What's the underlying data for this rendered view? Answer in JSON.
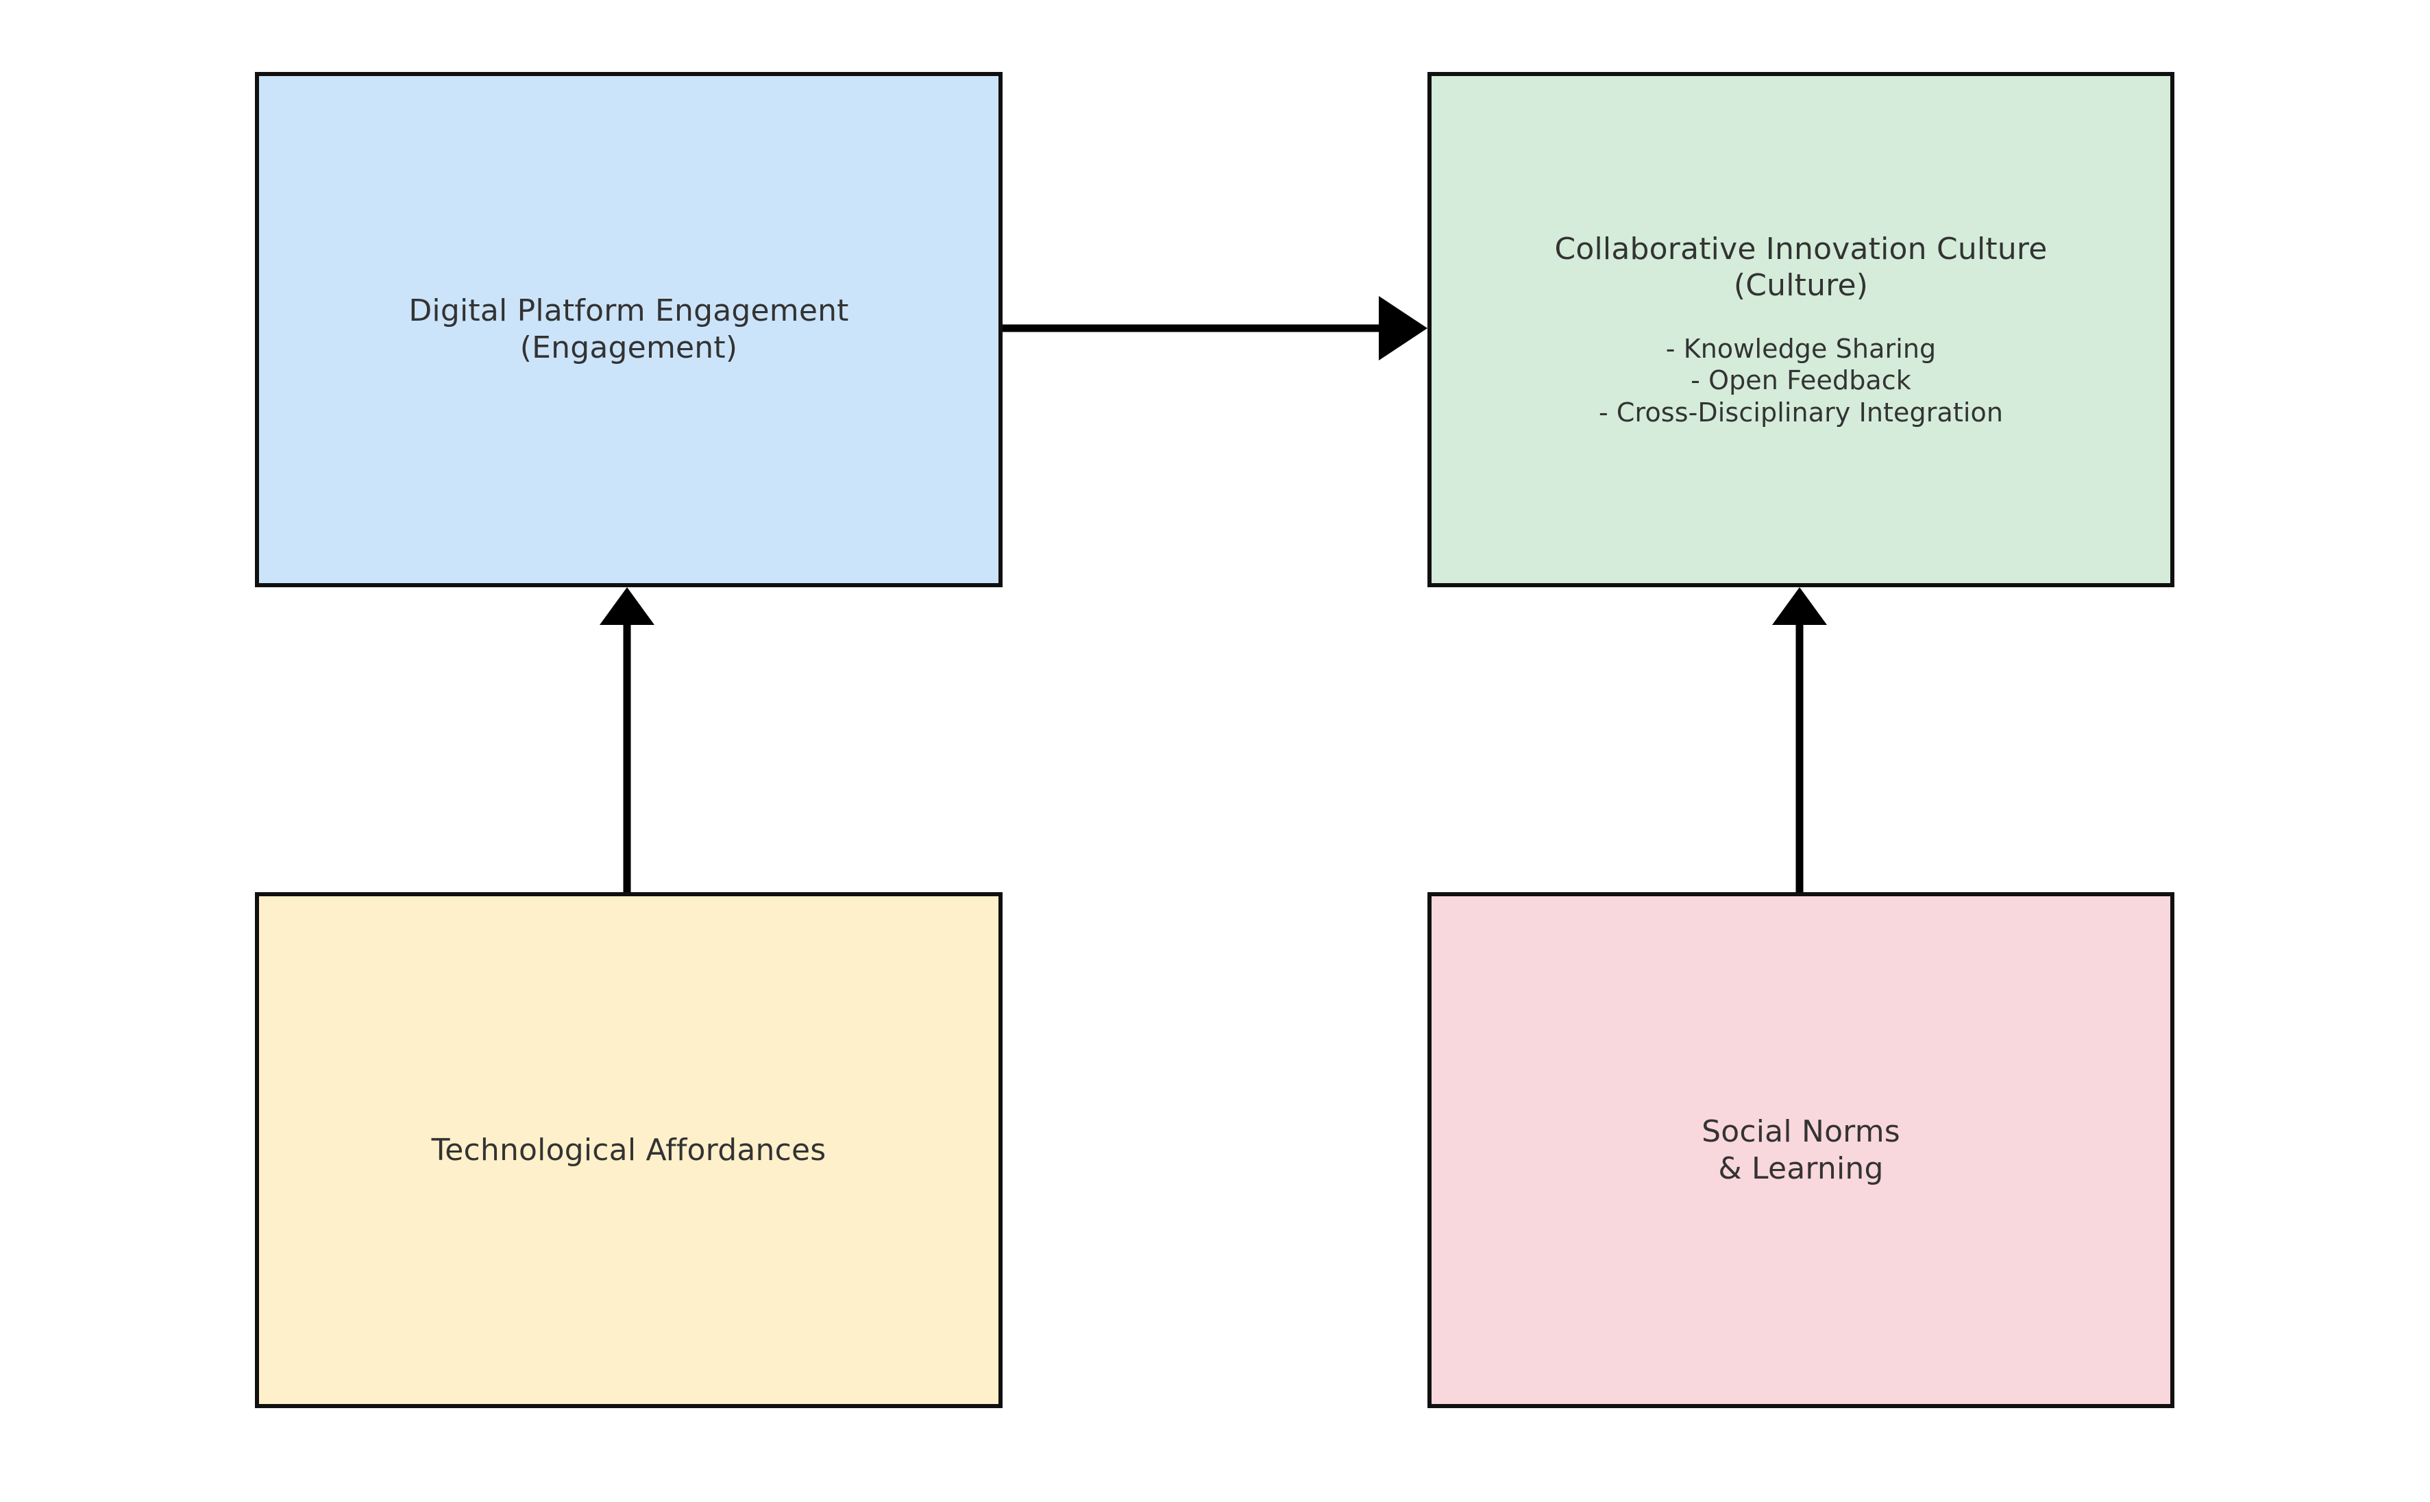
{
  "diagram": {
    "background_color": "#ffffff",
    "text_color": "#333333",
    "edge_color": "#000000",
    "border_color": "#101010",
    "nodes": [
      {
        "id": "engagement",
        "title": "Digital Platform Engagement\n(Engagement)",
        "detail": "",
        "fill": "#cce4f9"
      },
      {
        "id": "culture",
        "title": "Collaborative Innovation Culture\n(Culture)",
        "detail": "- Knowledge Sharing\n- Open Feedback\n- Cross-Disciplinary Integration",
        "fill": "#d4ecd9"
      },
      {
        "id": "affordances",
        "title": "Technological Affordances",
        "detail": "",
        "fill": "#fdf0ca"
      },
      {
        "id": "norms",
        "title": "Social Norms\n& Learning",
        "detail": "",
        "fill": "#f8d7dd"
      }
    ],
    "edges": [
      {
        "id": "engagement-to-culture",
        "from": "engagement",
        "to": "culture",
        "label": "",
        "orientation": "horizontal"
      },
      {
        "id": "affordances-to-engagement",
        "from": "affordances",
        "to": "engagement",
        "label": "",
        "orientation": "vertical"
      },
      {
        "id": "norms-to-culture",
        "from": "norms",
        "to": "culture",
        "label": "",
        "orientation": "vertical"
      }
    ]
  }
}
